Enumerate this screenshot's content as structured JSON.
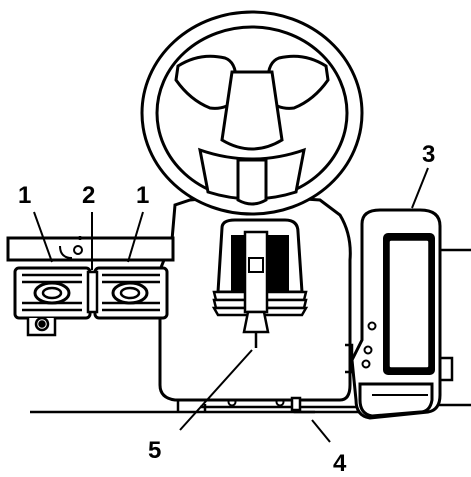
{
  "colors": {
    "ink": "#000000",
    "paper": "#ffffff"
  },
  "callouts": {
    "brake_pedal_left": "1",
    "pedal_lock": "2",
    "brake_pedal_right": "1",
    "control_console": "3",
    "deck_catch": "4",
    "column_lever": "5"
  }
}
